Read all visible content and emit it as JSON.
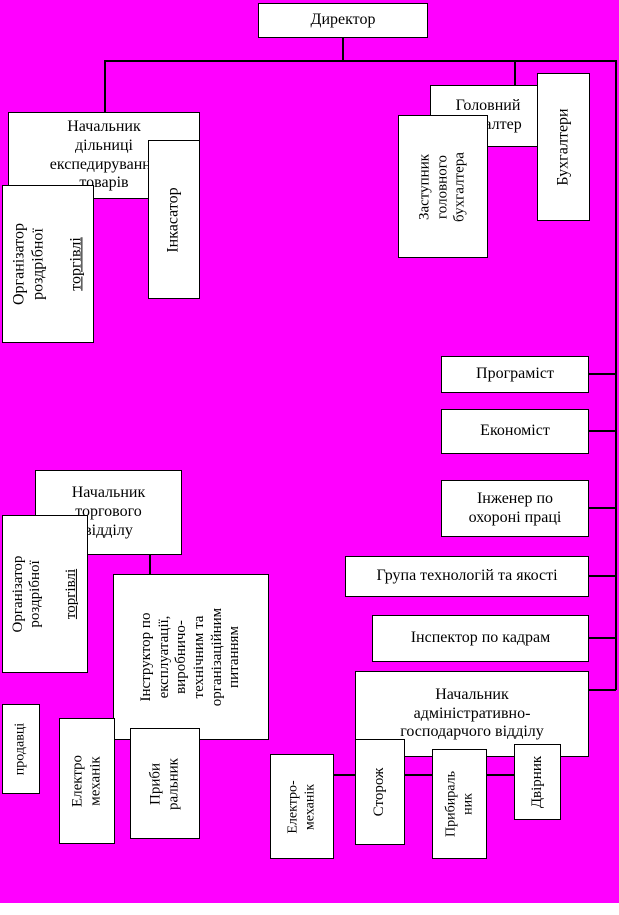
{
  "palette": {
    "background": "#FF00FF",
    "node_background": "#FFFFFF",
    "node_border": "#000000",
    "text": "#000000"
  },
  "nodes": {
    "director": {
      "label": "Директор"
    },
    "chief_accountant": {
      "label": "Головний\nбухгалтер"
    },
    "accountants": {
      "label": "Бухгалтери"
    },
    "deputy_chief_accountant": {
      "label": "Заступник\nголовного\nбухгалтера"
    },
    "expedition_head": {
      "label": "Начальник\nдільниці\nекспедирування\nтоварів"
    },
    "retail_organizer_1": {
      "label_main": "Організатор\nроздрібної",
      "label_underlined": "торгівлі"
    },
    "collector": {
      "label": "Інкасатор"
    },
    "programmer": {
      "label": "Програміст"
    },
    "economist": {
      "label": "Економіст"
    },
    "safety_engineer": {
      "label": "Інженер по\nохороні праці"
    },
    "tech_quality_group": {
      "label": "Група технологій та якості"
    },
    "hr_inspector": {
      "label": "Інспектор по кадрам"
    },
    "admin_head": {
      "label": "Начальник\nадміністративно-\nгосподарчого відділу"
    },
    "trade_head": {
      "label": "Начальник\nторгового\nвідділу"
    },
    "retail_organizer_2": {
      "label_main": "Організатор\nроздрібної",
      "label_underlined": "торгівлі"
    },
    "instructor": {
      "label": "Інструктор по\nексплуатації,\nвиробничо-\nтехнічним та\nорганізаційним\nпитанням"
    },
    "sellers": {
      "label": "продавці"
    },
    "electromechanic_1": {
      "label": "Електро\nмеханік"
    },
    "cleaner_1": {
      "label": "Приби\nральник"
    },
    "electromechanic_2": {
      "label": "Електро-\nмеханік"
    },
    "watchman": {
      "label": "Сторож"
    },
    "cleaner_2": {
      "label": "Прибираль\nник"
    },
    "janitor": {
      "label": "Двірник"
    }
  }
}
